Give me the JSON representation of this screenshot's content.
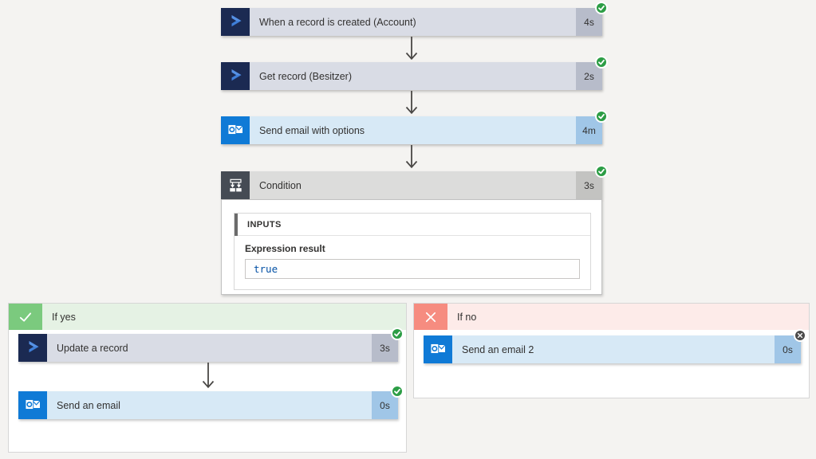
{
  "colors": {
    "page_background": "#f4f3f1",
    "dynamics_icon_navy": "#1b2a52",
    "dynamics_card": "#d9dce5",
    "dynamics_badge": "#b7bcca",
    "outlook_icon_blue": "#0f7ad6",
    "outlook_card": "#d7e9f6",
    "outlook_badge": "#a0c6e7",
    "condition_icon_grey": "#454b54",
    "condition_card": "#dcdcdb",
    "condition_badge": "#c3c3c1",
    "status_succeeded_green": "#2c9d45",
    "status_skipped_grey": "#4c4c4c",
    "if_yes_icon_green": "#7bca7e",
    "if_yes_header": "#e5f2e4",
    "if_no_icon_red": "#f68c80",
    "if_no_header": "#fdebe9",
    "expression_value_blue": "#0451a5"
  },
  "flow": {
    "steps": [
      {
        "label": "When a record is created (Account)",
        "duration": "4s",
        "connector": "dynamics-365",
        "status": "succeeded"
      },
      {
        "label": "Get record (Besitzer)",
        "duration": "2s",
        "connector": "dynamics-365",
        "status": "succeeded"
      },
      {
        "label": "Send email with options",
        "duration": "4m",
        "connector": "outlook",
        "status": "succeeded"
      },
      {
        "label": "Condition",
        "duration": "3s",
        "connector": "condition",
        "status": "succeeded"
      }
    ],
    "condition_details": {
      "inputs_header": "INPUTS",
      "field_label": "Expression result",
      "field_value": "true"
    },
    "branch_yes": {
      "label": "If yes",
      "steps": [
        {
          "label": "Update a record",
          "duration": "3s",
          "connector": "dynamics-365",
          "status": "succeeded"
        },
        {
          "label": "Send an email",
          "duration": "0s",
          "connector": "outlook",
          "status": "succeeded"
        }
      ]
    },
    "branch_no": {
      "label": "If no",
      "steps": [
        {
          "label": "Send an email 2",
          "duration": "0s",
          "connector": "outlook",
          "status": "skipped"
        }
      ]
    }
  }
}
